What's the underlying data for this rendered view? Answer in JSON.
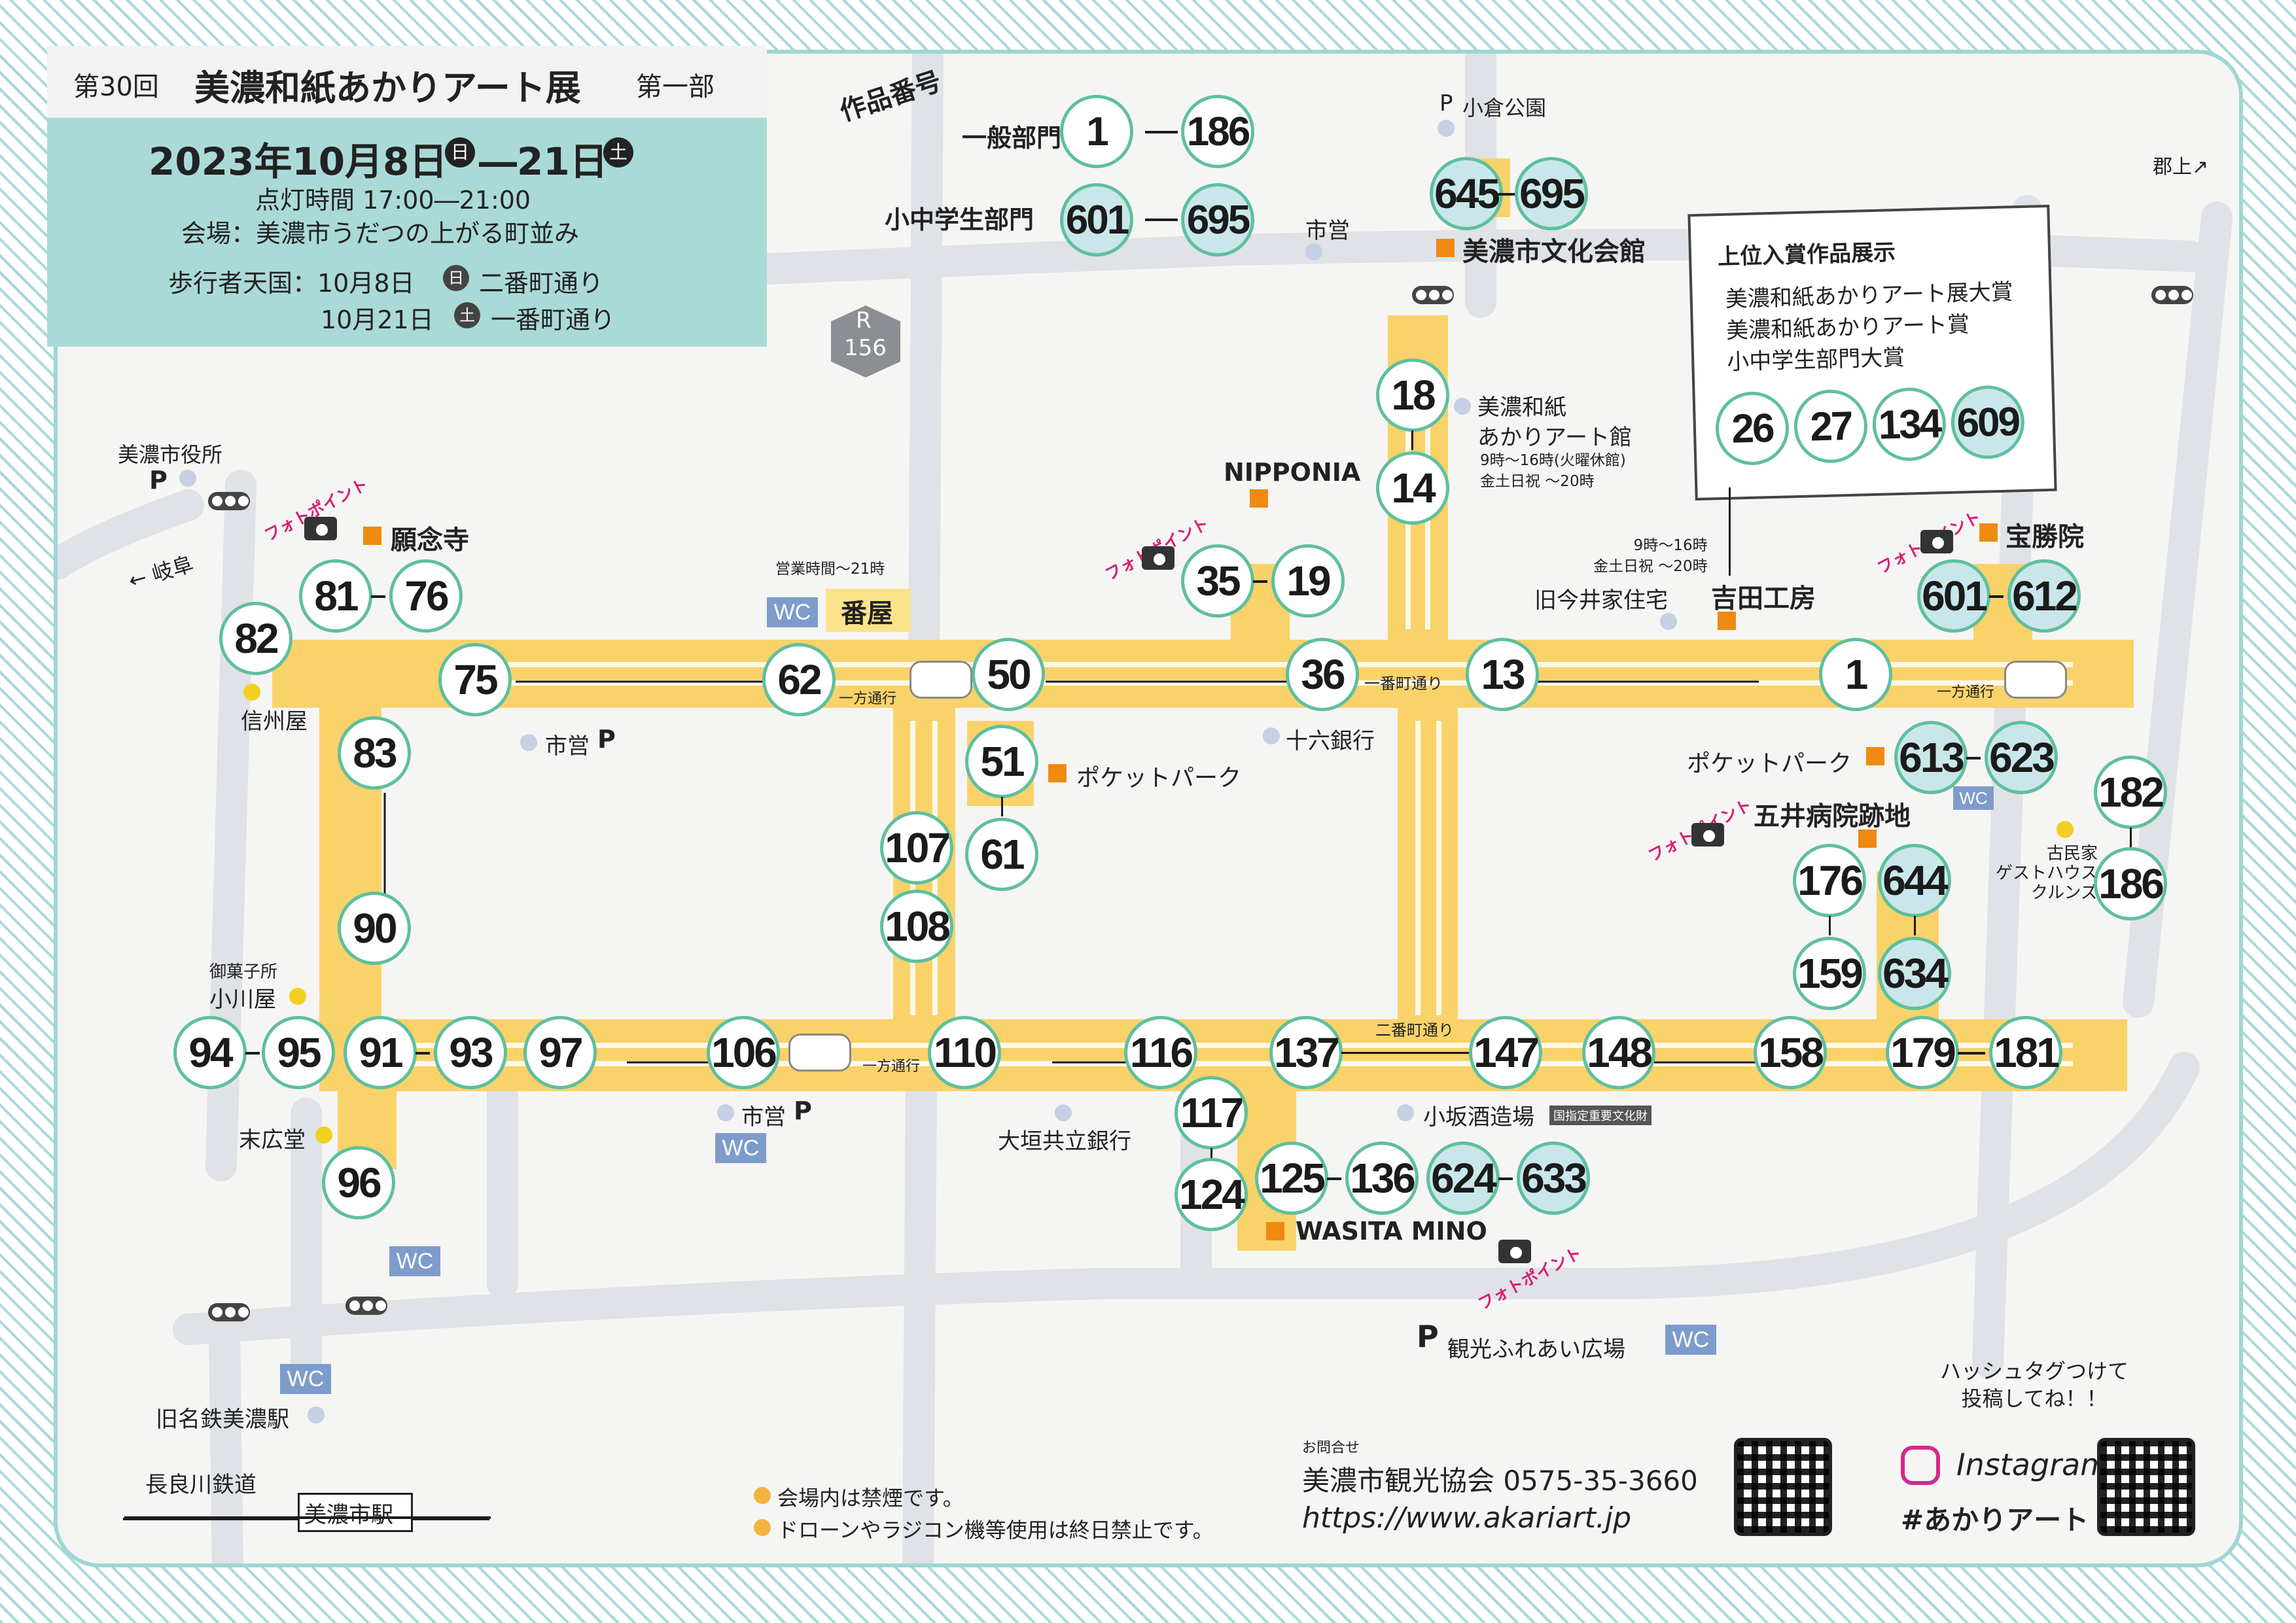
{
  "header": {
    "edition": "第30回",
    "title": "美濃和紙あかりアート展",
    "part": "第一部",
    "date_main": "2023年10月8日",
    "day1": "日",
    "date_dash": "―21日",
    "day2": "土",
    "lighting": "点灯時間 17:00―21:00",
    "venue": "会場：美濃市うだつの上がる町並み",
    "pedestrian_label": "歩行者天国：10月8日",
    "ped_day1": "日",
    "ped_street1": "二番町通り",
    "ped_date2": "10月21日",
    "ped_day2": "土",
    "ped_street2": "一番町通り"
  },
  "legend": {
    "heading": "作品番号",
    "general_label": "一般部門",
    "general_from": "1",
    "general_to": "186",
    "student_label": "小中学生部門",
    "student_from": "601",
    "student_to": "695"
  },
  "award_box": {
    "title": "上位入賞作品展示",
    "items": [
      "美濃和紙あかりアート展大賞",
      "美濃和紙あかりアート賞",
      "小中学生部門大賞"
    ],
    "works": [
      "26",
      "27",
      "134",
      "609"
    ]
  },
  "streets": {
    "ichiban": "一番町通り",
    "niban": "二番町通り",
    "oneway": "一方通行"
  },
  "route": {
    "label": "R",
    "number": "156"
  },
  "places": {
    "city_hall": "美濃市役所",
    "gifu": "← 岐阜",
    "gujo": "郡上↗",
    "ogura_park": "小倉公園",
    "city_lot": "市営",
    "bunka": "美濃市文化会館",
    "akari_kan": "美濃和紙\nあかりアート館",
    "akari_hours": "9時～16時(火曜休館)\n金土日祝 ～20時",
    "nipponia": "NIPPONIA",
    "imai_hours": "9時～16時\n金土日祝 ～20時",
    "imai": "旧今井家住宅",
    "yoshida": "吉田工房",
    "hoshoin": "宝勝院",
    "ganenji": "願念寺",
    "banya": "番屋",
    "banya_hours": "営業時間～21時",
    "shinshuya": "信州屋",
    "juroku": "十六銀行",
    "pocket_park": "ポケットパーク",
    "goi": "五井病院跡地",
    "kominka": "古民家\nゲストハウス\nクルンズ",
    "kashi": "御菓子所",
    "ogawaya": "小川屋",
    "suehirodo": "末広堂",
    "ogaki": "大垣共立銀行",
    "kosaka": "小坂酒造場",
    "kosaka_badge": "国指定重要文化財",
    "wasita": "WASITA MINO",
    "kanko": "観光ふれあい広場",
    "meitetsu": "旧名鉄美濃駅",
    "nagaragawa": "長良川鉄道",
    "mino_station": "美濃市駅",
    "wc": "WC",
    "parking": "P",
    "photo_point": "フォトポイント"
  },
  "works": {
    "a645": "645",
    "a695": "695",
    "n18": "18",
    "n14": "14",
    "n35": "35",
    "n19": "19",
    "n81": "81",
    "n76": "76",
    "n82": "82",
    "n75": "75",
    "n62": "62",
    "n50": "50",
    "n36": "36",
    "n13": "13",
    "n1": "1",
    "s601": "601",
    "s612": "612",
    "n83": "83",
    "n90": "90",
    "n51": "51",
    "n61": "61",
    "n107": "107",
    "n108": "108",
    "s613": "613",
    "s623": "623",
    "n182": "182",
    "n186": "186",
    "n176": "176",
    "s644": "644",
    "n159": "159",
    "s634": "634",
    "n94": "94",
    "n95": "95",
    "n91": "91",
    "n93": "93",
    "n97": "97",
    "n106": "106",
    "n110": "110",
    "n116": "116",
    "n137": "137",
    "n147": "147",
    "n148": "148",
    "n158": "158",
    "n179": "179",
    "n181": "181",
    "n117": "117",
    "n124": "124",
    "n125": "125",
    "n136": "136",
    "s624": "624",
    "s633": "633",
    "n96": "96"
  },
  "notes": [
    "会場内は禁煙です。",
    "ドローンやラジコン機等使用は終日禁止です。"
  ],
  "contact": {
    "label": "お問合せ",
    "org": "美濃市観光協会 0575-35-3660",
    "url": "https://www.akariart.jp"
  },
  "sns": {
    "hashtag_prompt": "ハッシュタグつけて\n投稿してね！！",
    "instagram": "Instagram",
    "hashtag": "#あかりアート"
  },
  "colors": {
    "frame": "#a8d9d8",
    "street": "#f9d26a",
    "road": "#dfe2e6",
    "general_circle": "#ffffff",
    "student_circle": "#c9e7ea",
    "circle_border": "#5fbf9e",
    "landmark": "#ef8a12",
    "wc": "#7d9ccc",
    "photo": "#d61f72"
  }
}
